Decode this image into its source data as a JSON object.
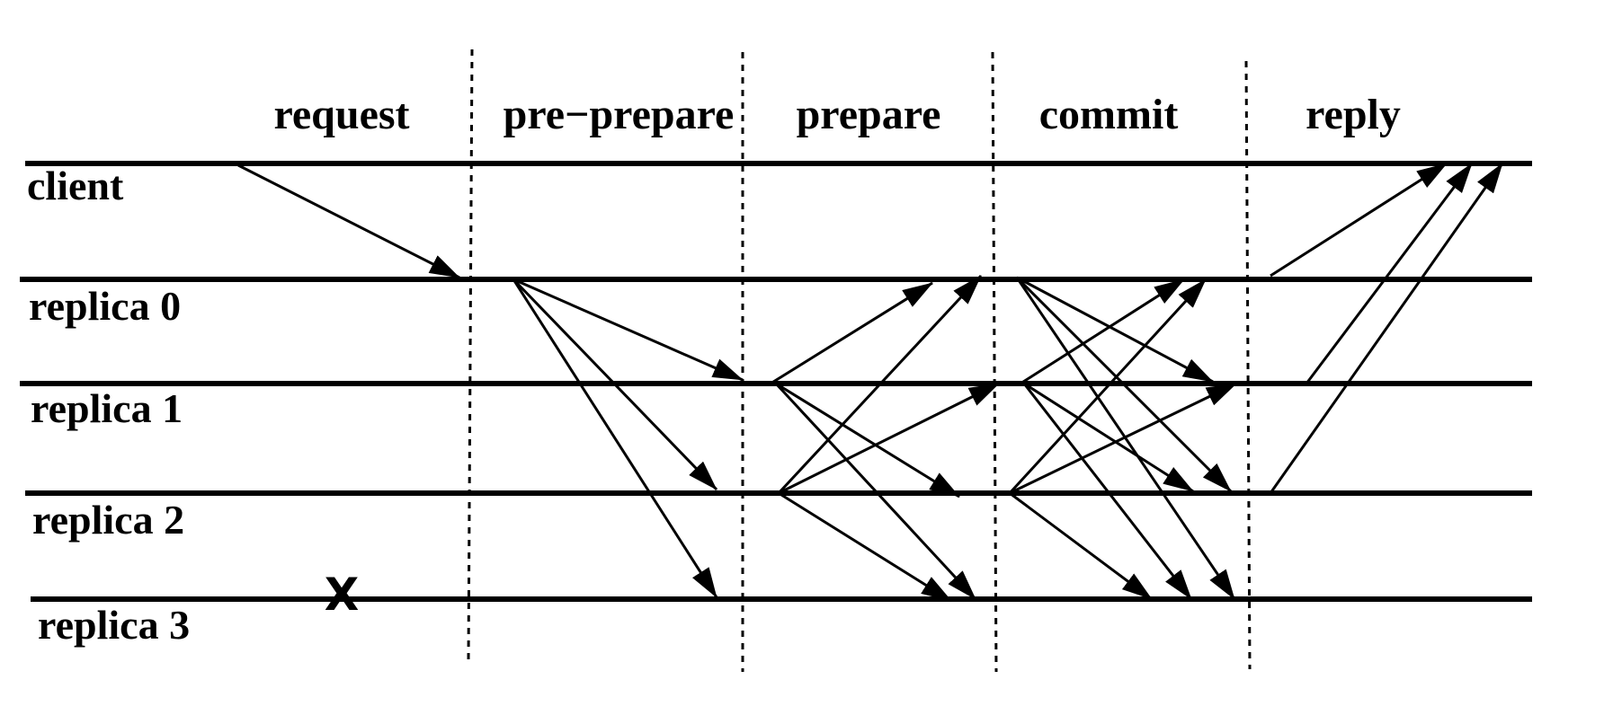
{
  "phases": [
    "request",
    "pre−prepare",
    "prepare",
    "commit",
    "reply"
  ],
  "participants": [
    "client",
    "replica 0",
    "replica 1",
    "replica 2",
    "replica 3"
  ],
  "fault_marker": "X",
  "faulty_participant": "replica 3",
  "messages": [
    {
      "phase": "request",
      "from": "client",
      "to": "replica 0"
    },
    {
      "phase": "pre−prepare",
      "from": "replica 0",
      "to": "replica 1"
    },
    {
      "phase": "pre−prepare",
      "from": "replica 0",
      "to": "replica 2"
    },
    {
      "phase": "pre−prepare",
      "from": "replica 0",
      "to": "replica 3"
    },
    {
      "phase": "prepare",
      "from": "replica 1",
      "to": "replica 0"
    },
    {
      "phase": "prepare",
      "from": "replica 1",
      "to": "replica 2"
    },
    {
      "phase": "prepare",
      "from": "replica 1",
      "to": "replica 3"
    },
    {
      "phase": "prepare",
      "from": "replica 2",
      "to": "replica 0"
    },
    {
      "phase": "prepare",
      "from": "replica 2",
      "to": "replica 1"
    },
    {
      "phase": "prepare",
      "from": "replica 2",
      "to": "replica 3"
    },
    {
      "phase": "commit",
      "from": "replica 0",
      "to": "replica 1"
    },
    {
      "phase": "commit",
      "from": "replica 0",
      "to": "replica 2"
    },
    {
      "phase": "commit",
      "from": "replica 0",
      "to": "replica 3"
    },
    {
      "phase": "commit",
      "from": "replica 1",
      "to": "replica 0"
    },
    {
      "phase": "commit",
      "from": "replica 1",
      "to": "replica 2"
    },
    {
      "phase": "commit",
      "from": "replica 1",
      "to": "replica 3"
    },
    {
      "phase": "commit",
      "from": "replica 2",
      "to": "replica 0"
    },
    {
      "phase": "commit",
      "from": "replica 2",
      "to": "replica 1"
    },
    {
      "phase": "commit",
      "from": "replica 2",
      "to": "replica 3"
    },
    {
      "phase": "reply",
      "from": "replica 0",
      "to": "client"
    },
    {
      "phase": "reply",
      "from": "replica 1",
      "to": "client"
    },
    {
      "phase": "reply",
      "from": "replica 2",
      "to": "client"
    }
  ]
}
